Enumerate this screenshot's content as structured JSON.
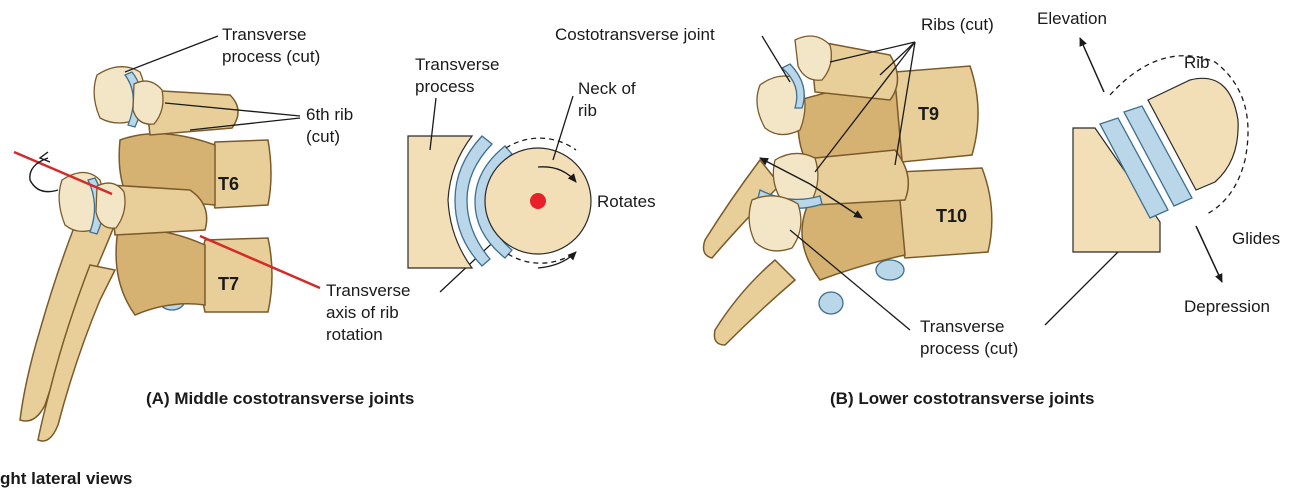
{
  "labels": {
    "a_transverse_process_cut": [
      "Transverse",
      "process (cut)"
    ],
    "a_sixth_rib_cut": [
      "6th rib",
      "(cut)"
    ],
    "a_t6": "T6",
    "a_t7": "T7",
    "a_transverse_axis": [
      "Transverse",
      "axis of rib",
      "rotation"
    ],
    "a_schem_transverse_process": [
      "Transverse",
      "process"
    ],
    "a_schem_neck_of_rib": [
      "Neck of",
      "rib"
    ],
    "a_schem_rotates": "Rotates",
    "b_costotransverse_joint": "Costotransverse joint",
    "b_ribs_cut": "Ribs (cut)",
    "b_t9": "T9",
    "b_t10": "T10",
    "b_transverse_process_cut": [
      "Transverse",
      "process (cut)"
    ],
    "b_schem_elevation": "Elevation",
    "b_schem_rib": "Rib",
    "b_schem_glides": "Glides",
    "b_schem_depression": "Depression"
  },
  "captions": {
    "panel_a": "(A) Middle costotransverse joints",
    "panel_b": "(B) Lower costotransverse joints",
    "footer": "ght lateral views"
  },
  "colors": {
    "bone": "#e8cf9a",
    "cartilage": "#b9d7e8",
    "schematic_fill": "#f3dfb7",
    "axis_line": "#d42a2a"
  }
}
